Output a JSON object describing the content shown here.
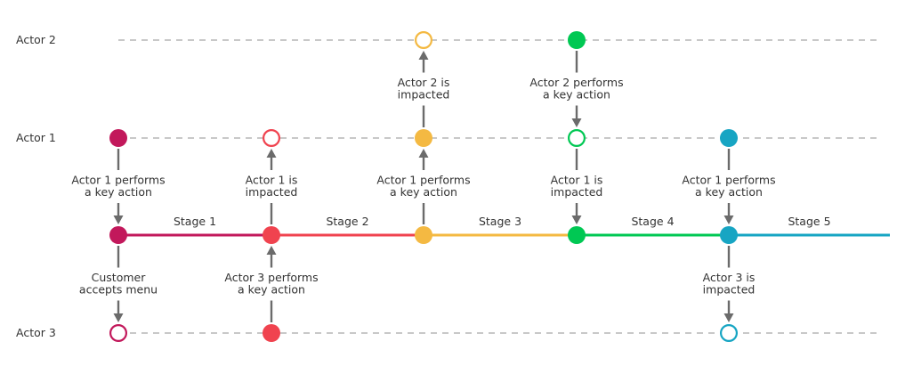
{
  "actors": [
    {
      "id": "actor2",
      "label": "Actor 2"
    },
    {
      "id": "actor1",
      "label": "Actor 1"
    },
    {
      "id": "actor3",
      "label": "Actor 3"
    }
  ],
  "stages": [
    {
      "label": "Stage 1",
      "color": "#c2185b"
    },
    {
      "label": "Stage 2",
      "color": "#f0434f"
    },
    {
      "label": "Stage 3",
      "color": "#f4b942"
    },
    {
      "label": "Stage 4",
      "color": "#00c853"
    },
    {
      "label": "Stage 5",
      "color": "#17a5c3"
    }
  ],
  "events": [
    {
      "color": "#c2185b",
      "actor1": "filled",
      "actor2": "none",
      "actor3": "hollow",
      "upper_text": [
        "Actor 1 performs",
        "a key action"
      ],
      "upper_dir": "down",
      "lower_text": [
        "Customer",
        "accepts menu"
      ],
      "lower_dir": "down",
      "actor2_text": [],
      "actor2_dir": "none"
    },
    {
      "color": "#f0434f",
      "actor1": "hollow",
      "actor2": "none",
      "actor3": "filled",
      "upper_text": [
        "Actor 1 is",
        "impacted"
      ],
      "upper_dir": "up",
      "lower_text": [
        "Actor 3 performs",
        "a key action"
      ],
      "lower_dir": "up",
      "actor2_text": [],
      "actor2_dir": "none"
    },
    {
      "color": "#f4b942",
      "actor1": "filled",
      "actor2": "hollow",
      "actor3": "none",
      "upper_text": [
        "Actor 1 performs",
        "a key action"
      ],
      "upper_dir": "up",
      "lower_text": [],
      "lower_dir": "none",
      "actor2_text": [
        "Actor 2 is",
        "impacted"
      ],
      "actor2_dir": "up"
    },
    {
      "color": "#00c853",
      "actor1": "hollow",
      "actor2": "filled",
      "actor3": "none",
      "upper_text": [
        "Actor 1 is",
        "impacted"
      ],
      "upper_dir": "down",
      "lower_text": [],
      "lower_dir": "none",
      "actor2_text": [
        "Actor 2 performs",
        "a key action"
      ],
      "actor2_dir": "down"
    },
    {
      "color": "#17a5c3",
      "actor1": "filled",
      "actor2": "none",
      "actor3": "hollow",
      "upper_text": [
        "Actor 1 performs",
        "a key action"
      ],
      "upper_dir": "down",
      "lower_text": [
        "Actor 3 is",
        "impacted"
      ],
      "lower_dir": "down",
      "actor2_text": [],
      "actor2_dir": "none"
    }
  ],
  "colors": {
    "connector": "#6b6b6b",
    "swimlane": "#c8c8c8",
    "text": "#333333"
  }
}
